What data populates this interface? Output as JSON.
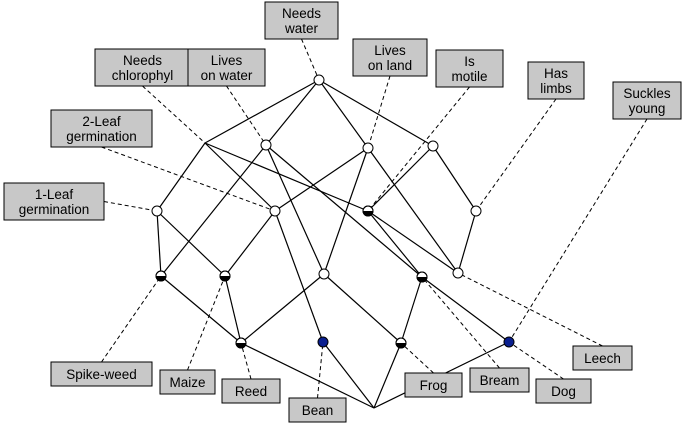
{
  "labels": {
    "needs_water": [
      "Needs",
      "water"
    ],
    "lives_on_land": [
      "Lives",
      "on land"
    ],
    "is_motile": [
      "Is",
      "motile"
    ],
    "has_limbs": [
      "Has",
      "limbs"
    ],
    "suckles_young": [
      "Suckles",
      "young"
    ],
    "needs_chlorophyl": [
      "Needs",
      "chlorophyl"
    ],
    "lives_on_water": [
      "Lives",
      "on water"
    ],
    "two_leaf": [
      "2-Leaf",
      "germination"
    ],
    "one_leaf": [
      "1-Leaf",
      "germination"
    ],
    "spike_weed": [
      "Spike-weed"
    ],
    "maize": [
      "Maize"
    ],
    "reed": [
      "Reed"
    ],
    "bean": [
      "Bean"
    ],
    "frog": [
      "Frog"
    ],
    "bream": [
      "Bream"
    ],
    "dog": [
      "Dog"
    ],
    "leech": [
      "Leech"
    ]
  },
  "colors": {
    "box_fill": "#c8c8c8",
    "object_node": "#0a1f8f",
    "line": "#000000"
  }
}
